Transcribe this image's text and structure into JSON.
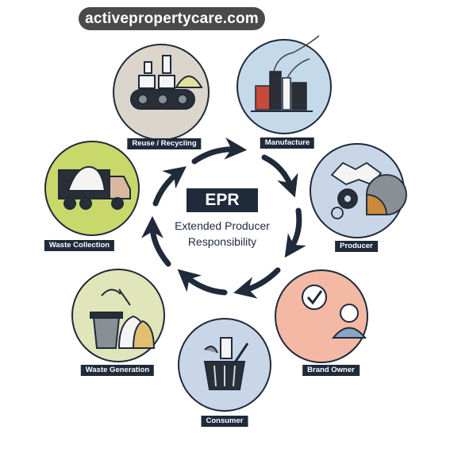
{
  "watermark": "activepropertycare.com",
  "center": {
    "badge": "EPR",
    "line1": "Extended Producer",
    "line2": "Responsibility"
  },
  "nodes": [
    {
      "label": "Reuse / Recycling",
      "color": "#dcd5cc",
      "icon": "conveyor-recycling-icon"
    },
    {
      "label": "Manufacture",
      "color": "#c4d9ea",
      "icon": "factory-icon"
    },
    {
      "label": "Producer",
      "color": "#c9d6e8",
      "icon": "handshake-icon"
    },
    {
      "label": "Brand Owner",
      "color": "#f4b9a4",
      "icon": "person-check-icon"
    },
    {
      "label": "Consumer",
      "color": "#c9d6e8",
      "icon": "shopping-basket-icon"
    },
    {
      "label": "Waste Generation",
      "color": "#e0e6b9",
      "icon": "trash-bin-icon"
    },
    {
      "label": "Waste Collection",
      "color": "#d3de7a",
      "icon": "garbage-truck-icon"
    }
  ],
  "colors": {
    "dark": "#1f2a3a",
    "accent_green": "#c8d86a"
  }
}
